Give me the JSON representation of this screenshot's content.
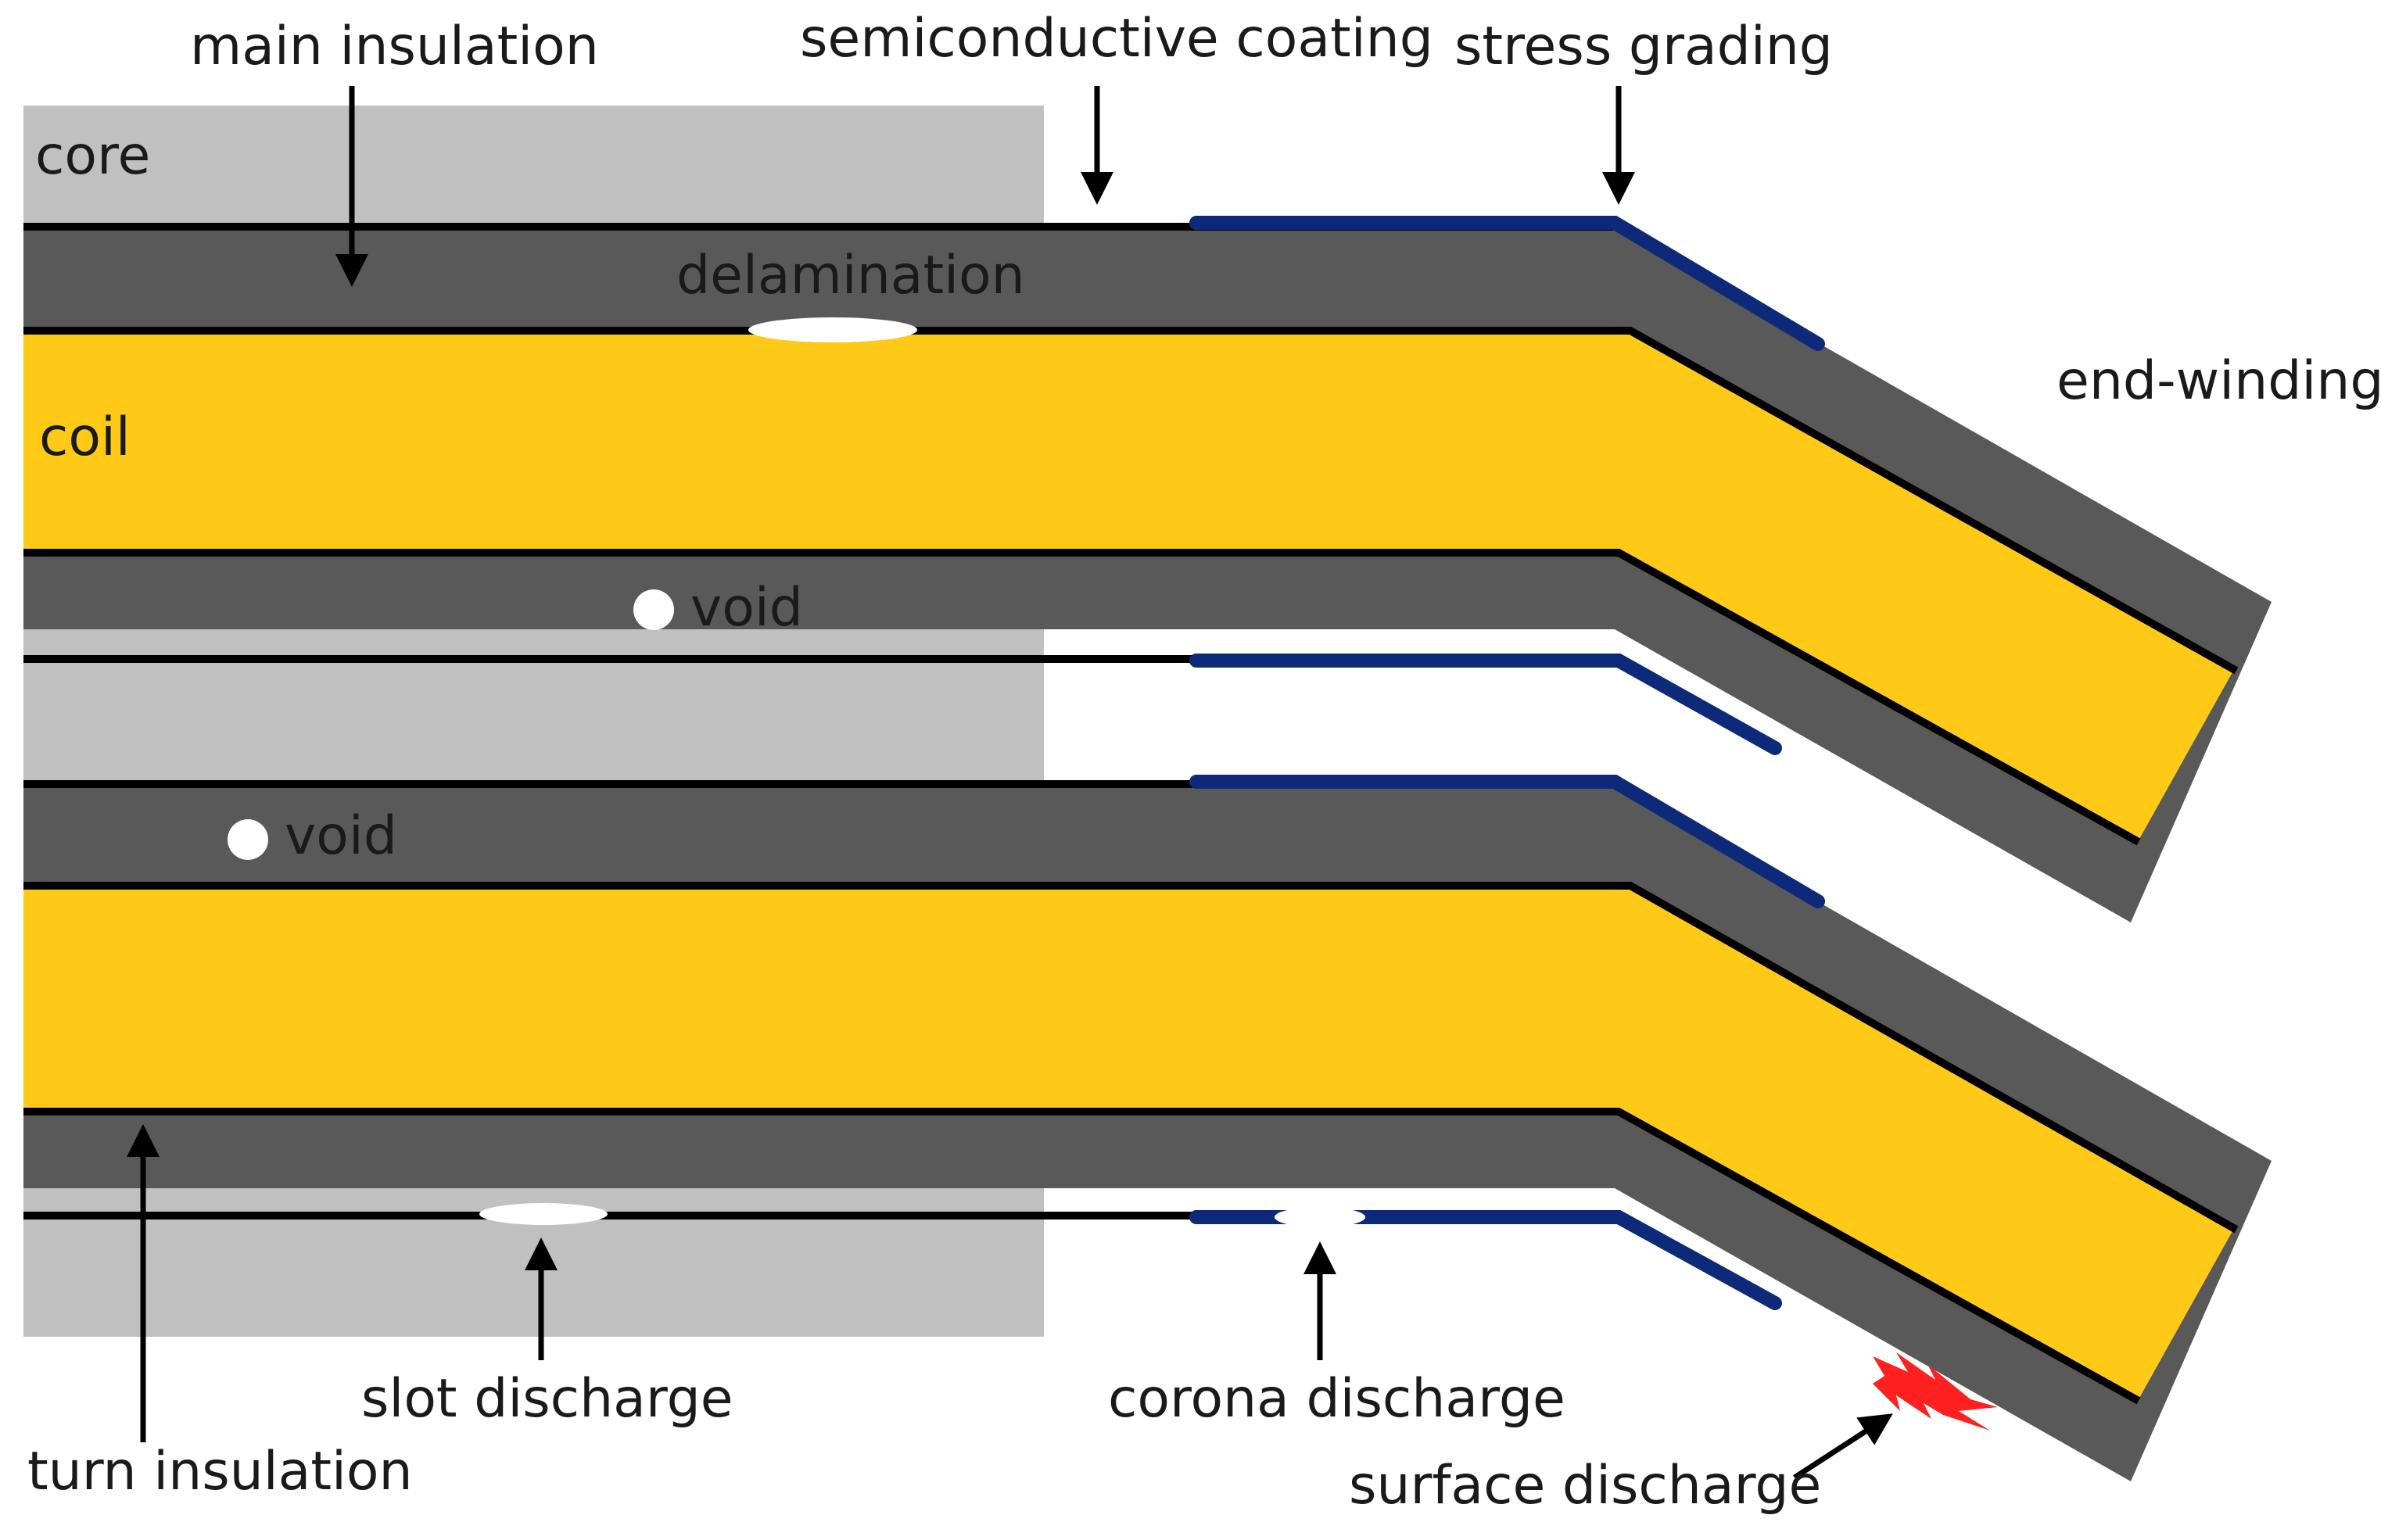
{
  "labels": {
    "main_insulation": "main insulation",
    "semiconductive_coating": "semiconductive coating",
    "stress_grading": "stress grading",
    "core": "core",
    "delamination": "delamination",
    "coil": "coil",
    "end_winding": "end-winding",
    "void_upper": "void",
    "void_lower": "void",
    "slot_discharge": "slot discharge",
    "corona_discharge": "corona discharge",
    "turn_insulation": "turn insulation",
    "surface_discharge": "surface discharge"
  },
  "colors": {
    "core": "#c0c0c0",
    "insulation": "#595959",
    "coil": "#fec917",
    "stress_grading": "#0d2a7a",
    "outline": "#000000",
    "void": "#ffffff",
    "surface_discharge": "#ff2020",
    "text": "#1a1a1a"
  }
}
